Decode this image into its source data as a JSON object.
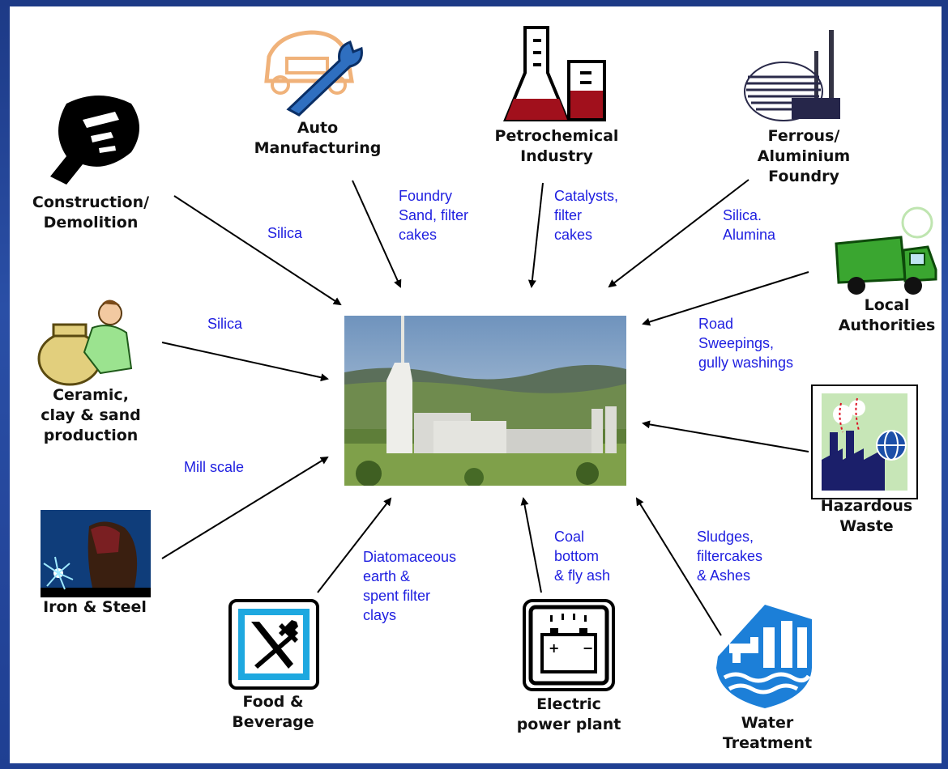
{
  "sources": {
    "construction": {
      "label": "Construction/\nDemolition",
      "icon": "hammer-saw-icon"
    },
    "auto": {
      "label": "Auto\nManufacturing",
      "icon": "car-wrench-icon"
    },
    "petrochemical": {
      "label": "Petrochemical\nIndustry",
      "icon": "lab-flask-icon"
    },
    "foundry": {
      "label": "Ferrous/\nAluminium\nFoundry",
      "icon": "factory-chimney-icon"
    },
    "local_authorities": {
      "label": "Local\nAuthorities",
      "icon": "garbage-truck-icon"
    },
    "ceramic": {
      "label": "Ceramic,\nclay & sand\nproduction",
      "icon": "potter-icon"
    },
    "hazardous": {
      "label": "Hazardous\nWaste",
      "icon": "polluting-factory-globe-icon"
    },
    "iron_steel": {
      "label": "Iron & Steel",
      "icon": "welder-icon"
    },
    "food": {
      "label": "Food &\nBeverage",
      "icon": "fork-knife-icon"
    },
    "electric": {
      "label": "Electric\npower plant",
      "icon": "battery-icon"
    },
    "water": {
      "label": "Water\nTreatment",
      "icon": "water-tap-icon"
    }
  },
  "materials": {
    "construction": "Silica",
    "auto": "Foundry\nSand, filter\ncakes",
    "petrochemical": "Catalysts,\nfilter\ncakes",
    "foundry": "Silica.\nAlumina",
    "local_authorities": "Road\nSweepings,\ngully washings",
    "ceramic": "Silica",
    "iron_steel": "Mill scale",
    "food": "Diatomaceous\nearth &\nspent filter\nclays",
    "electric": "Coal\nbottom\n& fly ash",
    "water": "Sludges,\nfiltercakes\n& Ashes"
  },
  "center": {
    "icon": "cement-plant-photo"
  }
}
